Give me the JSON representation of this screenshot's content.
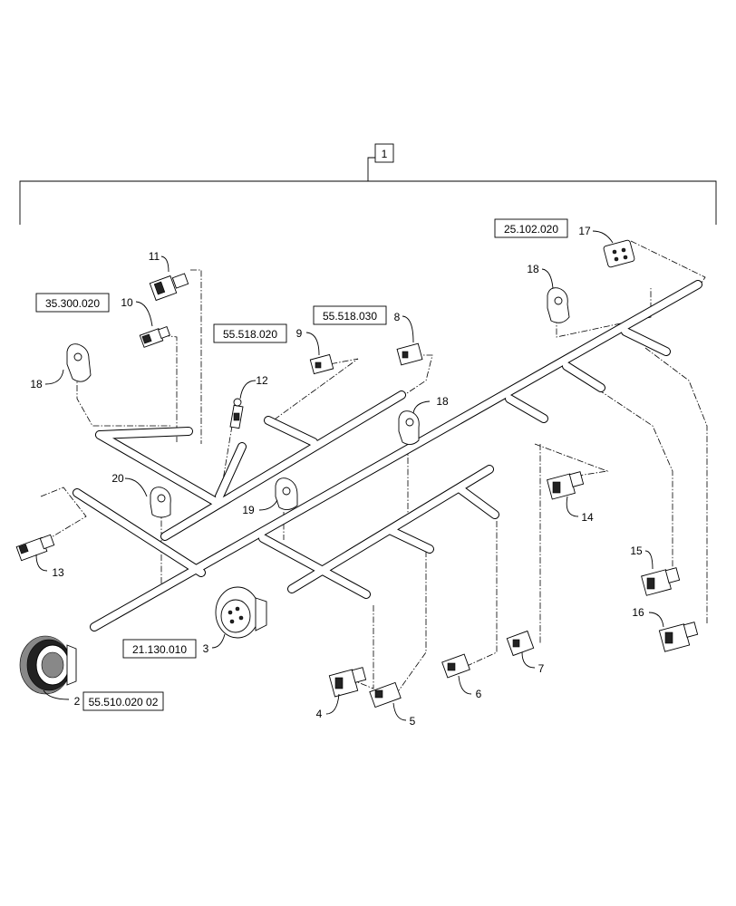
{
  "assembly_number": "1",
  "callouts": [
    {
      "id": "c2",
      "text": "2"
    },
    {
      "id": "c3",
      "text": "3"
    },
    {
      "id": "c4",
      "text": "4"
    },
    {
      "id": "c5",
      "text": "5"
    },
    {
      "id": "c6",
      "text": "6"
    },
    {
      "id": "c7",
      "text": "7"
    },
    {
      "id": "c8",
      "text": "8"
    },
    {
      "id": "c9",
      "text": "9"
    },
    {
      "id": "c10",
      "text": "10"
    },
    {
      "id": "c11",
      "text": "11"
    },
    {
      "id": "c12",
      "text": "12"
    },
    {
      "id": "c13",
      "text": "13"
    },
    {
      "id": "c14",
      "text": "14"
    },
    {
      "id": "c15",
      "text": "15"
    },
    {
      "id": "c16",
      "text": "16"
    },
    {
      "id": "c17",
      "text": "17"
    },
    {
      "id": "c18a",
      "text": "18"
    },
    {
      "id": "c18b",
      "text": "18"
    },
    {
      "id": "c18c",
      "text": "18"
    },
    {
      "id": "c19",
      "text": "19"
    },
    {
      "id": "c20",
      "text": "20"
    }
  ],
  "references": [
    {
      "id": "r1",
      "text": "25.102.020"
    },
    {
      "id": "r2",
      "text": "35.300.020"
    },
    {
      "id": "r3",
      "text": "55.518.020"
    },
    {
      "id": "r4",
      "text": "55.518.030"
    },
    {
      "id": "r5",
      "text": "21.130.010"
    },
    {
      "id": "r6",
      "text": "55.510.020 02"
    }
  ]
}
